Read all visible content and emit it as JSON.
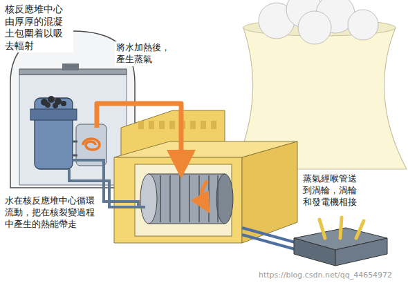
{
  "diagram": {
    "labels": [
      "核反應堆中心由厚厚的混凝土包圍着以吸去輻射",
      "將水加熱後，產生蒸氣",
      "水在核反應堆中心循環流動，把在核裂變過程中產生的熱能帶走",
      "蒸氣經喉管送到渦輪，渦輪和發電機相接",
      "https://blog.csdn.net/qq_44654972"
    ]
  }
}
